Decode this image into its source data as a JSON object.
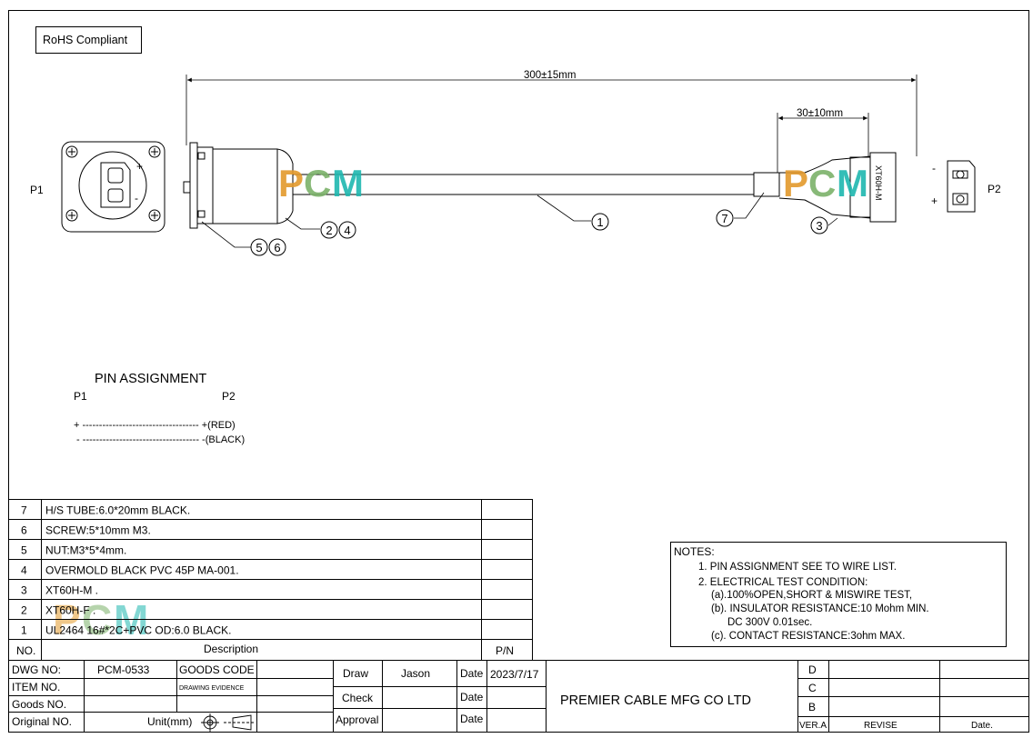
{
  "rohs": "RoHS Compliant",
  "dims": {
    "overall": "300±15mm",
    "end": "30±10mm"
  },
  "connectors": {
    "p1": "P1",
    "p2": "P2",
    "xt60_label": "XT60H-M",
    "p2_minus": "-",
    "p2_plus": "+",
    "p1_plus": "+",
    "p1_minus": "-"
  },
  "watermark": {
    "p": "P",
    "c": "C",
    "m": "M"
  },
  "callouts": [
    "1",
    "2",
    "4",
    "3",
    "5",
    "6",
    "7"
  ],
  "pin_assignment": {
    "title": "PIN ASSIGNMENT",
    "col1": "P1",
    "col2": "P2",
    "rows": [
      "+ ----------------------------------- +(RED)",
      " - ----------------------------------- -(BLACK)"
    ]
  },
  "bom": {
    "rows": [
      {
        "no": "7",
        "desc": "H/S TUBE:6.0*20mm BLACK.",
        "pn": ""
      },
      {
        "no": "6",
        "desc": " SCREW:5*10mm M3.",
        "pn": ""
      },
      {
        "no": "5",
        "desc": " NUT:M3*5*4mm.",
        "pn": ""
      },
      {
        "no": "4",
        "desc": "OVERMOLD BLACK PVC 45P MA-001.",
        "pn": ""
      },
      {
        "no": "3",
        "desc": "XT60H-M .",
        "pn": ""
      },
      {
        "no": "2",
        "desc": "XT60H-F .",
        "pn": ""
      },
      {
        "no": "1",
        "desc": "UL2464 16#*2C+PVC OD:6.0 BLACK.",
        "pn": ""
      }
    ],
    "header": {
      "no": "NO.",
      "desc": "Description",
      "pn": "P/N"
    }
  },
  "notes": {
    "title": "NOTES:",
    "lines": [
      "1. PIN ASSIGNMENT SEE TO WIRE LIST.",
      "2. ELECTRICAL TEST CONDITION:",
      "(a).100%OPEN,SHORT & MISWIRE TEST,",
      "(b). INSULATOR RESISTANCE:10 Mohm MIN.",
      "DC 300V 0.01sec.",
      "(c). CONTACT RESISTANCE:3ohm MAX."
    ]
  },
  "title_block": {
    "dwg_label": "DWG NO:",
    "dwg_value": "PCM-0533",
    "goods_code_label": "GOODS CODE",
    "item_label": "ITEM NO.",
    "drawing_evidence": "DRAWING EVIDENCE",
    "goods_label": "Goods NO.",
    "original_label": "Original NO.",
    "unit_label": "Unit(mm)",
    "draw_label": "Draw",
    "draw_value": "Jason",
    "check_label": "Check",
    "approval_label": "Approval",
    "date_label": "Date",
    "date_value": "2023/7/17",
    "company": "PREMIER CABLE MFG CO LTD",
    "rev_rows": [
      "D",
      "C",
      "B"
    ],
    "ver_label": "VER.A",
    "revise_label": "REVISE",
    "date2_label": "Date."
  },
  "colors": {
    "watermark_p": "#e39a2c",
    "watermark_c": "#7cb26a",
    "watermark_m": "#1fb7b0",
    "line": "#000000"
  }
}
